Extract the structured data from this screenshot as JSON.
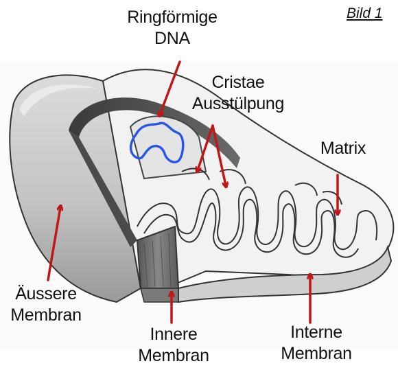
{
  "figure_label": "Bild 1",
  "labels": {
    "ringfoermige_dna": [
      "Ringförmige",
      "DNA"
    ],
    "cristae": [
      "Cristae",
      "Ausstülpung"
    ],
    "matrix": [
      "Matrix"
    ],
    "aeussere_membran": [
      "Äussere",
      "Membran"
    ],
    "innere_membran": [
      "Innere",
      "Membran"
    ],
    "interne_membran": [
      "Interne",
      "Membran"
    ]
  },
  "colors": {
    "arrow": "#c01616",
    "dna_outline": "#2a56e8",
    "label_text": "#111111"
  }
}
